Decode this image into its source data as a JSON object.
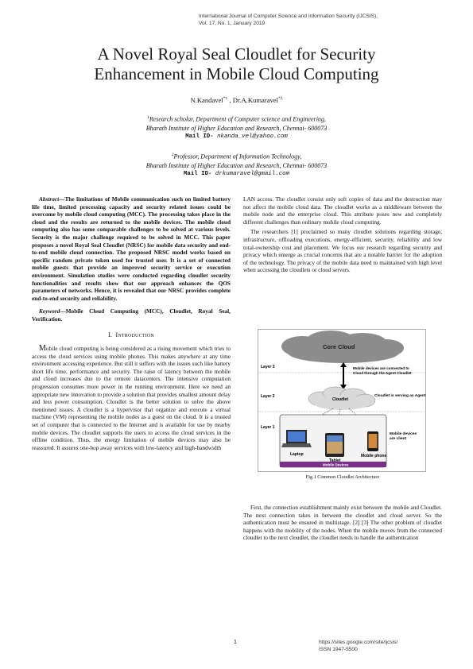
{
  "journal": {
    "line1": "International Journal of Computer Science and Information Security (IJCSIS),",
    "line2": "Vol. 17, No. 1, January 2019"
  },
  "title": {
    "line1": "A Novel Royal Seal Cloudlet for Security",
    "line2": "Enhancement in Mobile Cloud Computing"
  },
  "authors": {
    "author1": "N.Kandavel",
    "author1_sup": "*1",
    "separator": " , ",
    "author2": "Dr.A.Kumaravel",
    "author2_sup": "*2"
  },
  "affiliation1": {
    "sup": "1",
    "line1": "Research scholar, Department of Computer science and Engineering,",
    "line2": "Bharath Institute of Higher Education and Research, Chennai- 600073",
    "mail_label": "Mail ID-",
    "mail": " nkanda_vel@yahoo.com"
  },
  "affiliation2": {
    "sup": "2",
    "line1": "Professor, Department of Information Technology,",
    "line2": "Bharath Institute of Higher Education and Research, Chennai- 600073",
    "mail_label": "Mail ID-",
    "mail": " drkumaravel@gmail.com"
  },
  "abstract": {
    "label": "Abstract",
    "text": "—The limitations of Mobile communication such on limited battery life time, limited processing capacity and security related issues could be overcome by mobile cloud computing (MCC). The processing takes place in the cloud and the results are returned to the mobile devices. The mobile cloud computing also has some comparable challenges to be solved at various levels. Security is the major challenge required to be solved in MCC. This paper proposes a novel Royal Seal Cloudlet (NRSC) for mobile data security and end-to-end mobile cloud connection. The proposed NRSC model works based on specific random private token used for trusted user. It is a set of connected mobile guests that provide an improved security service or execution environment. Simulation studies were conducted regarding cloudlet security functionalities and results show that our approach enhances the QOS parameters of networks. Hence, it is revealed that our NRSC provides complete end-to-end security and reliability."
  },
  "keywords": {
    "label": "Keyword",
    "text": "—Mobile Cloud Computing (MCC), Cloudlet, Royal Seal, Verification."
  },
  "section1": {
    "number": "I.",
    "title": "Introduction"
  },
  "body": {
    "p1": "Mobile cloud computing is being considered as a rising movement which tries to access the cloud services using mobile phones. This makes anywhere at any time environment accessing experience. But still it suffers with the issues such like battery short life time, performance and security. The raise of latency between the mobile and cloud increases due to the remote datacenters. The intensive computation progression consumes more power in the running environment. Here we need an appropriate new innovation to provide a solution that provides smallest amount delay and less power consumption. Cloudlet is the better solution to solve the above mentioned issues. A cloudlet is a hypervisor that organize and execute a virtual machine (VM) representing the mobile nodes as a guest on the cloud. It is a trusted set of computer that is connected to the Internet and is available for use by nearby mobile devices. The cloudlet supports the users to access the cloud services in the offline condition. Thus, the energy limitation of mobile devices may also be reassured. It assures one-hop away services with low-latency and high-bandwidth",
    "p1_cont": "LAN access. The cloudlet consist only soft copies of data and the destruction may not affect the mobile cloud data. The cloudlet works as a middleware between the mobile node and the enterprise cloud. This attribute poses new and completely different challenges than ordinary mobile cloud computing.",
    "p2": "The researchers [1] proclaimed so many cloudlet solutions regarding storage, infrastructure, offloading executions, energy-efficient, security, reliability and low total-ownership cost and placement. We focus our research regarding security and privacy which emerge as crucial concerns that are a notable barrier for the adoption of the technology. The privacy of the mobile data need to maintained with high level when accessing the cloudlets or cloud servers.",
    "p3": "First, the connection establishment mainly exist between the mobile and Cloudlet. The next connection takes in between the cloudlet and cloud server. So the authentication must be ensured in multistage. [2] [3] The other problem of cloudlet happens with the mobility of the nodes. When the mobile moves from the connected cloudlet to the next cloudlet, the cloudlet needs to handle the authentication"
  },
  "figure": {
    "core_cloud": "Core Cloud",
    "layer3": "Layer 3",
    "layer2": "Layer 2",
    "layer1": "Layer 1",
    "arrow_note_line1": "Mobile devices are connected to",
    "arrow_note_line2": "Cloud through the Agent Cloudlet",
    "cloudlet": "Cloudlet",
    "cloudlet_note": "Cloudlet is serving as Agent",
    "laptop": "Laptop",
    "tablet": "Tablet",
    "mobile_phone": "Mobile phone",
    "devices_note_line1": "Mobile devices",
    "devices_note_line2": "are client",
    "mobile_devices_bar": "Mobile Devices",
    "caption": "Fig.1 Common Cloudlet Architecture"
  },
  "footer": {
    "page": "1",
    "url": "https://sites.google.com/site/ijcsis/",
    "issn": "ISSN 1947-5500"
  }
}
